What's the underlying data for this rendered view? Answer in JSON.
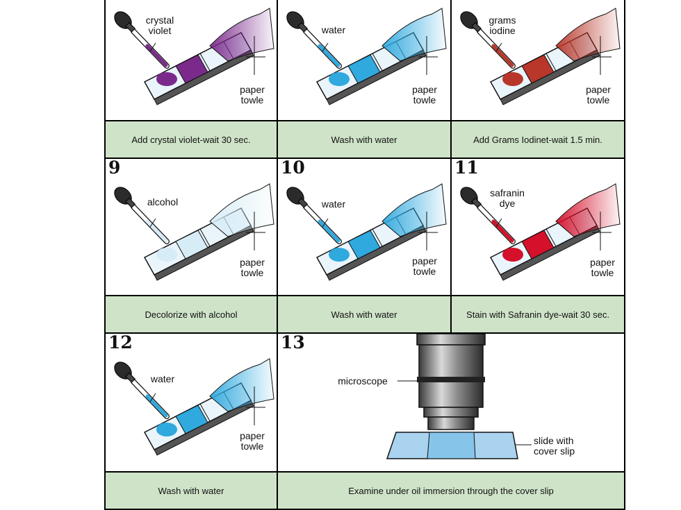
{
  "colors": {
    "crystal_violet": "#7b2a8c",
    "water": "#2fa9de",
    "iodine": "#b8372a",
    "alcohol": "#d6ecf6",
    "safranin": "#d4102a",
    "caption_bg": "#cfe3c8"
  },
  "rows": [
    {
      "steps": [
        {
          "number": "",
          "labels": [
            "crystal",
            "violet"
          ],
          "towel_label": [
            "paper",
            "towle"
          ],
          "caption": "Add crystal violet-wait 30 sec."
        },
        {
          "number": "",
          "labels": [
            "water"
          ],
          "towel_label": [
            "paper",
            "towle"
          ],
          "caption": "Wash with water"
        },
        {
          "number": "",
          "labels": [
            "grams",
            "iodine"
          ],
          "towel_label": [
            "paper",
            "towle"
          ],
          "caption": "Add Grams Iodinet-wait 1.5 min."
        }
      ]
    },
    {
      "steps": [
        {
          "number": "9",
          "labels": [
            "alcohol"
          ],
          "towel_label": [
            "paper",
            "towle"
          ],
          "caption": "Decolorize with alcohol"
        },
        {
          "number": "10",
          "labels": [
            "water"
          ],
          "towel_label": [
            "paper",
            "towle"
          ],
          "caption": "Wash with water"
        },
        {
          "number": "11",
          "labels": [
            "safranin",
            "dye"
          ],
          "towel_label": [
            "paper",
            "towle"
          ],
          "caption": "Stain with Safranin dye-wait 30 sec."
        }
      ]
    },
    {
      "steps": [
        {
          "number": "12",
          "labels": [
            "water"
          ],
          "towel_label": [
            "paper",
            "towle"
          ],
          "caption": "Wash with water"
        },
        {
          "number": "13",
          "microscope_label": "microscope",
          "slide_label": [
            "slide with",
            "cover slip"
          ],
          "caption": "Examine under oil immersion through the cover slip"
        }
      ]
    }
  ]
}
